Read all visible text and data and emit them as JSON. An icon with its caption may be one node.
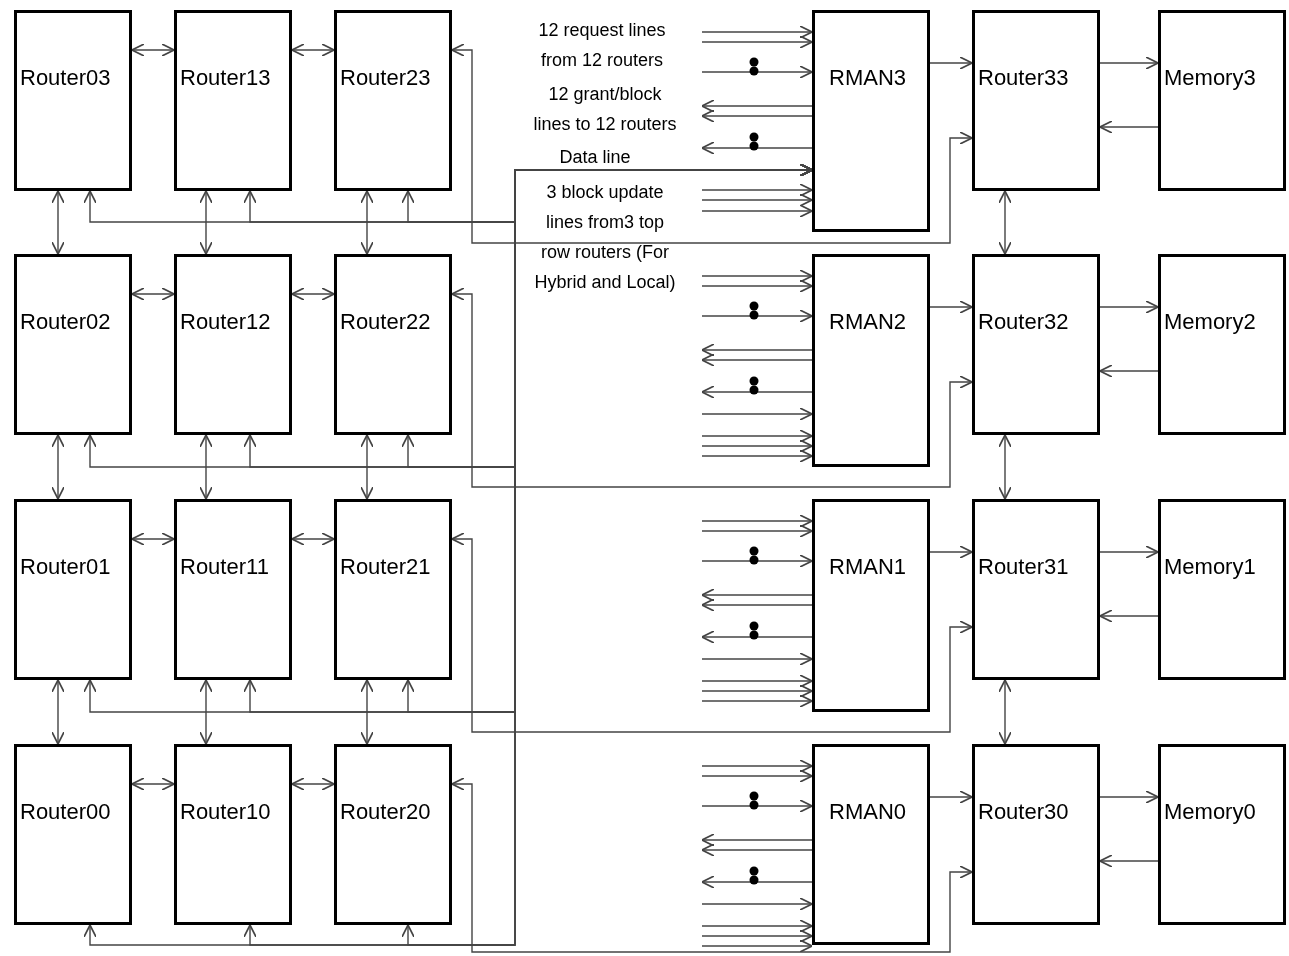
{
  "diagram": {
    "nodes": [
      {
        "text": [
          "Router03"
        ]
      },
      {
        "text": [
          "Router13"
        ]
      },
      {
        "text": [
          "Router23"
        ]
      },
      {
        "text": [
          "RMAN3"
        ]
      },
      {
        "text": [
          "Router33"
        ]
      },
      {
        "text": [
          "Memory3"
        ]
      },
      {
        "text": [
          "Router02"
        ]
      },
      {
        "text": [
          "Router12"
        ]
      },
      {
        "text": [
          "Router22"
        ]
      },
      {
        "text": [
          "RMAN2"
        ]
      },
      {
        "text": [
          "Router32"
        ]
      },
      {
        "text": [
          "Memory2"
        ]
      },
      {
        "text": [
          "Router01"
        ]
      },
      {
        "text": [
          "Router11"
        ]
      },
      {
        "text": [
          "Router21"
        ]
      },
      {
        "text": [
          "RMAN1"
        ]
      },
      {
        "text": [
          "Router31"
        ]
      },
      {
        "text": [
          "Memory1"
        ]
      },
      {
        "text": [
          "Router00"
        ]
      },
      {
        "text": [
          "Router10"
        ]
      },
      {
        "text": [
          "Router20"
        ]
      },
      {
        "text": [
          "RMAN0"
        ]
      },
      {
        "text": [
          "Router30"
        ]
      },
      {
        "text": [
          "Memory0"
        ]
      }
    ],
    "edges": [
      {
        "from": 0,
        "to": 1,
        "arrow": "both"
      },
      {
        "from": 1,
        "to": 2,
        "arrow": "both"
      },
      {
        "from": 3,
        "to": 4,
        "arrow": "to"
      },
      {
        "from": 4,
        "to": 5,
        "arrow": "to"
      },
      {
        "from": 5,
        "to": 4,
        "arrow": "to"
      },
      {
        "from": 6,
        "to": 7,
        "arrow": "both"
      },
      {
        "from": 7,
        "to": 8,
        "arrow": "both"
      },
      {
        "from": 9,
        "to": 10,
        "arrow": "to"
      },
      {
        "from": 10,
        "to": 11,
        "arrow": "to"
      },
      {
        "from": 11,
        "to": 10,
        "arrow": "to"
      },
      {
        "from": 12,
        "to": 13,
        "arrow": "both"
      },
      {
        "from": 13,
        "to": 14,
        "arrow": "both"
      },
      {
        "from": 15,
        "to": 16,
        "arrow": "to"
      },
      {
        "from": 16,
        "to": 17,
        "arrow": "to"
      },
      {
        "from": 17,
        "to": 16,
        "arrow": "to"
      },
      {
        "from": 18,
        "to": 19,
        "arrow": "both"
      },
      {
        "from": 19,
        "to": 20,
        "arrow": "both"
      },
      {
        "from": 21,
        "to": 22,
        "arrow": "to"
      },
      {
        "from": 22,
        "to": 23,
        "arrow": "to"
      },
      {
        "from": 23,
        "to": 22,
        "arrow": "to"
      },
      {
        "from": 0,
        "to": 6,
        "arrow": "both"
      },
      {
        "from": 1,
        "to": 7,
        "arrow": "both"
      },
      {
        "from": 2,
        "to": 8,
        "arrow": "both"
      },
      {
        "from": 4,
        "to": 10,
        "arrow": "both"
      },
      {
        "from": 6,
        "to": 12,
        "arrow": "both"
      },
      {
        "from": 7,
        "to": 13,
        "arrow": "both"
      },
      {
        "from": 8,
        "to": 14,
        "arrow": "both"
      },
      {
        "from": 10,
        "to": 16,
        "arrow": "both"
      },
      {
        "from": 12,
        "to": 18,
        "arrow": "both"
      },
      {
        "from": 13,
        "to": 19,
        "arrow": "both"
      },
      {
        "from": 14,
        "to": 20,
        "arrow": "both"
      },
      {
        "from": 16,
        "to": 22,
        "arrow": "both"
      },
      {
        "from": 0,
        "to": 3,
        "arrow": "both"
      },
      {
        "from": 1,
        "to": 3,
        "arrow": "both"
      },
      {
        "from": 2,
        "to": 3,
        "arrow": "both"
      },
      {
        "from": 6,
        "to": 3,
        "arrow": "both"
      },
      {
        "from": 7,
        "to": 3,
        "arrow": "both"
      },
      {
        "from": 8,
        "to": 3,
        "arrow": "both"
      },
      {
        "from": 12,
        "to": 3,
        "arrow": "both"
      },
      {
        "from": 13,
        "to": 3,
        "arrow": "both"
      },
      {
        "from": 14,
        "to": 3,
        "arrow": "both"
      },
      {
        "from": 18,
        "to": 3,
        "arrow": "both"
      },
      {
        "from": 19,
        "to": 3,
        "arrow": "both"
      },
      {
        "from": 20,
        "to": 3,
        "arrow": "both"
      },
      {
        "from": 2,
        "to": 4,
        "arrow": "both"
      },
      {
        "from": 8,
        "to": 10,
        "arrow": "both"
      },
      {
        "from": 14,
        "to": 16,
        "arrow": "both"
      },
      {
        "from": 20,
        "to": 22,
        "arrow": "both"
      },
      {
        "from": null,
        "to": 3,
        "arrow": "to"
      },
      {
        "from": null,
        "to": 3,
        "arrow": "to"
      },
      {
        "from": null,
        "to": 3,
        "arrow": "to"
      },
      {
        "from": 3,
        "to": null,
        "arrow": "to"
      },
      {
        "from": 3,
        "to": null,
        "arrow": "to"
      },
      {
        "from": 3,
        "to": null,
        "arrow": "to"
      },
      {
        "from": null,
        "to": 3,
        "arrow": "to"
      },
      {
        "from": null,
        "to": 3,
        "arrow": "to"
      },
      {
        "from": null,
        "to": 3,
        "arrow": "to"
      },
      {
        "from": null,
        "to": 9,
        "arrow": "to"
      },
      {
        "from": null,
        "to": 9,
        "arrow": "to"
      },
      {
        "from": null,
        "to": 9,
        "arrow": "to"
      },
      {
        "from": 9,
        "to": null,
        "arrow": "to"
      },
      {
        "from": 9,
        "to": null,
        "arrow": "to"
      },
      {
        "from": 9,
        "to": null,
        "arrow": "to"
      },
      {
        "from": null,
        "to": 9,
        "arrow": "to"
      },
      {
        "from": null,
        "to": 9,
        "arrow": "to"
      },
      {
        "from": null,
        "to": 9,
        "arrow": "to"
      },
      {
        "from": null,
        "to": 9,
        "arrow": "to"
      },
      {
        "from": null,
        "to": 15,
        "arrow": "to"
      },
      {
        "from": null,
        "to": 15,
        "arrow": "to"
      },
      {
        "from": null,
        "to": 15,
        "arrow": "to"
      },
      {
        "from": 15,
        "to": null,
        "arrow": "to"
      },
      {
        "from": 15,
        "to": null,
        "arrow": "to"
      },
      {
        "from": 15,
        "to": null,
        "arrow": "to"
      },
      {
        "from": null,
        "to": 15,
        "arrow": "to"
      },
      {
        "from": null,
        "to": 15,
        "arrow": "to"
      },
      {
        "from": null,
        "to": 15,
        "arrow": "to"
      },
      {
        "from": null,
        "to": 15,
        "arrow": "to"
      },
      {
        "from": null,
        "to": 21,
        "arrow": "to"
      },
      {
        "from": null,
        "to": 21,
        "arrow": "to"
      },
      {
        "from": null,
        "to": 21,
        "arrow": "to"
      },
      {
        "from": 21,
        "to": null,
        "arrow": "to"
      },
      {
        "from": 21,
        "to": null,
        "arrow": "to"
      },
      {
        "from": 21,
        "to": null,
        "arrow": "to"
      },
      {
        "from": null,
        "to": 21,
        "arrow": "to"
      },
      {
        "from": null,
        "to": 21,
        "arrow": "to"
      },
      {
        "from": null,
        "to": 21,
        "arrow": "to"
      },
      {
        "from": null,
        "to": 21,
        "arrow": "to"
      }
    ],
    "labels": [
      "12 request lines from 12 routers",
      "12 grant/block lines to 12 routers",
      "Data line",
      "3 block update lines from3 top row routers (For Hybrid and Local)"
    ]
  }
}
